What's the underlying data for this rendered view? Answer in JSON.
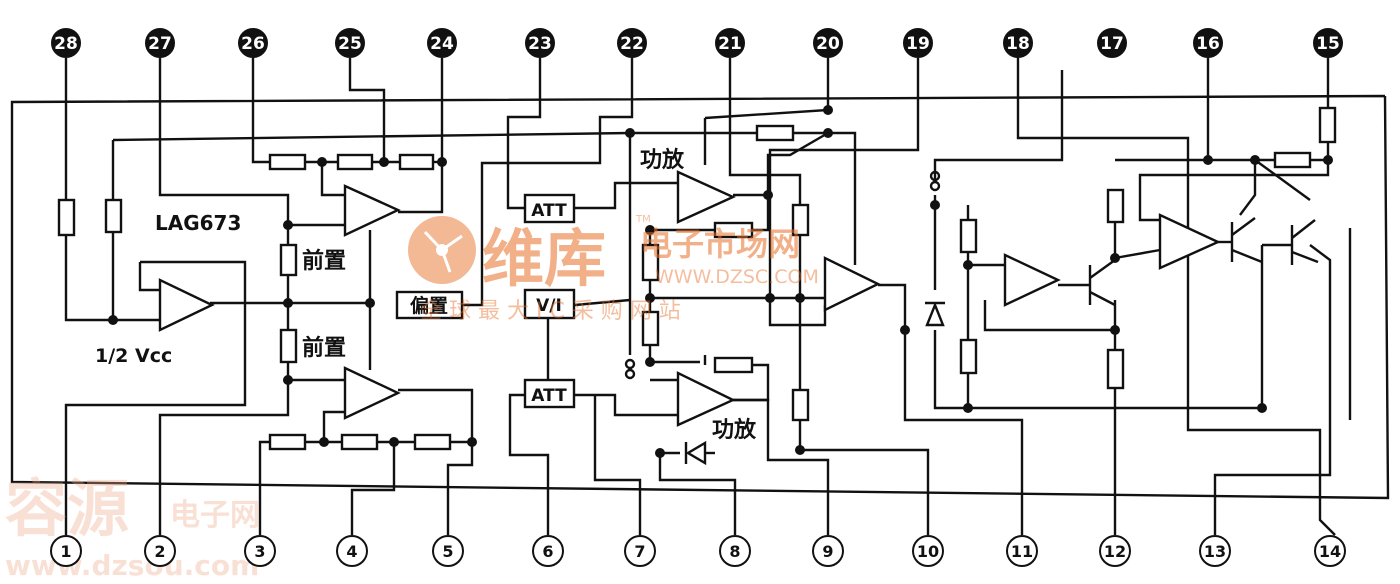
{
  "chip_label": "LAG673",
  "labels": {
    "preamp_top": "前置",
    "preamp_bottom": "前置",
    "half_vcc": "1/2 Vcc",
    "bias": "偏置",
    "power_amp_top": "功放",
    "power_amp_bottom": "功放",
    "att_top": "ATT",
    "att_bottom": "ATT",
    "vi": "V/I"
  },
  "pins_top": [
    "28",
    "27",
    "26",
    "25",
    "24",
    "23",
    "22",
    "21",
    "20",
    "19",
    "18",
    "17",
    "16",
    "15"
  ],
  "pins_bottom": [
    "1",
    "2",
    "3",
    "4",
    "5",
    "6",
    "7",
    "8",
    "9",
    "10",
    "11",
    "12",
    "13",
    "14"
  ],
  "watermarks": {
    "brand_main": "维库",
    "brand_sub": "电子市场网",
    "brand_url": "WWW.DZSC.COM",
    "brand_slogan": "全 球 最 大 I C 采 购 网 站",
    "brand_tm": "TM",
    "corner_main": "容源",
    "corner_sub": "电子网",
    "corner_url": "www.dzsou.com"
  },
  "colors": {
    "line": "#111111",
    "watermark": "#e8712a",
    "watermark_light": "#f0a98a"
  }
}
